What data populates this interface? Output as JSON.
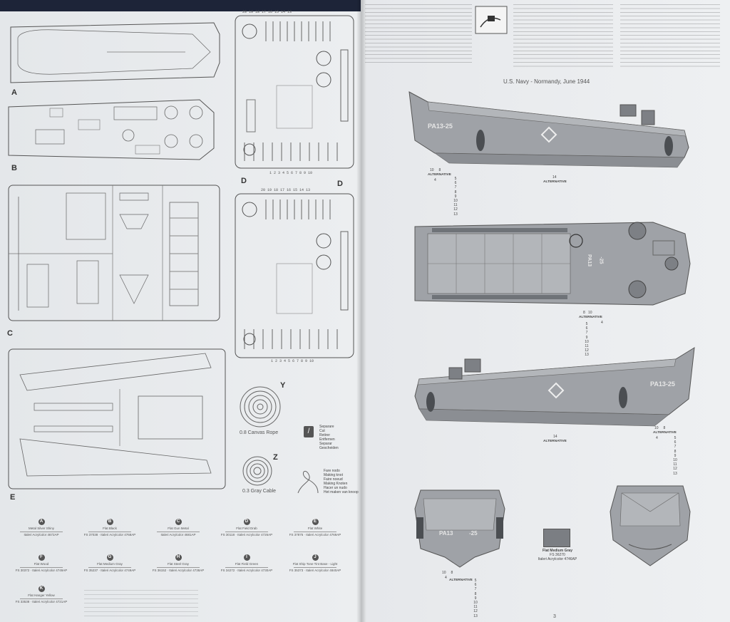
{
  "left": {
    "sheet_labels": [
      "A",
      "B",
      "C",
      "D",
      "D",
      "E"
    ],
    "parts_labels": {
      "Y": "Y",
      "Z": "Z"
    },
    "rope_labels": [
      "0.8 Canvas Rope",
      "0.3 Gray Cable"
    ],
    "cut_icon": {
      "glyph": "/",
      "lines": [
        "Separare",
        "Cut",
        "Retirer",
        "Entfernen",
        "Separar",
        "Gescheiden"
      ]
    },
    "knot_lines": [
      "Fare nodo",
      "Making knot",
      "Faire noeud",
      "Making Knoten",
      "Hacer un nudo",
      "Het maken van knoop"
    ],
    "sprue_numbers_top": "20 19 18 17 16 15 14 13",
    "sprue_numbers_bottom": "1 2 3 4 5 6 7 8 9 10",
    "paints": [
      {
        "code": "A",
        "name": "Metal Silver Shiny",
        "ref": "Italeri Acrylcolor 4672AP"
      },
      {
        "code": "B",
        "name": "Flat Black",
        "ref": "FS 37038 · Italeri Acrylcolor 4768AP"
      },
      {
        "code": "C",
        "name": "Flat Gun Metal",
        "ref": "Italeri Acrylcolor 4681AP"
      },
      {
        "code": "D",
        "name": "Flat Field Drab",
        "ref": "FS 30118 · Italeri Acrylcolor 4726AP"
      },
      {
        "code": "E",
        "name": "Flat White",
        "ref": "FS 37875 · Italeri Acrylcolor 4769AP"
      },
      {
        "code": "F",
        "name": "Flat Wood",
        "ref": "FS 30372 · Italeri Acrylcolor 4749AP"
      },
      {
        "code": "G",
        "name": "Flat Medium Gray",
        "ref": "FS 35237 · Italeri Acrylcolor 4749AP"
      },
      {
        "code": "H",
        "name": "Flat Steel Gray",
        "ref": "FS 36152 · Italeri Acrylcolor 4738AP"
      },
      {
        "code": "I",
        "name": "Flat Field Green",
        "ref": "FS 34272 · Italeri Acrylcolor 4730AP"
      },
      {
        "code": "J",
        "name": "Flat Ship Tone Tint Base - Light",
        "ref": "FS 35373 · Italeri Acrylcolor 4840AP"
      },
      {
        "code": "K",
        "name": "Flat Hanger Yellow",
        "ref": "FS 33538 · Italeri Acrylcolor 4721AP"
      }
    ]
  },
  "right": {
    "title": "U.S. Navy - Normandy, June 1944",
    "hull_code": "PA13-25",
    "hull_code_split": [
      "PA13",
      "-25"
    ],
    "alternative_label": "ALTERNATIVE",
    "callouts": {
      "side1_left_top": "10     8",
      "side1_left_bottom": "4",
      "side1_center": "14",
      "top_left": "8   10",
      "top_alt_right": "4",
      "side2_center": "14",
      "side2_right_top": "10     8",
      "side2_right_bottom": "4",
      "front_left": "10     8",
      "front_bottom": "4"
    },
    "number_column": [
      "5",
      "6",
      "7",
      "8",
      "9",
      "10",
      "11",
      "12",
      "13"
    ],
    "number_column_b": [
      "5",
      "6",
      "7",
      "9",
      "10",
      "11",
      "12",
      "13"
    ],
    "swatch": {
      "name": "Flat Medium Gray",
      "ref": "FS 36270",
      "brand": "Italeri Acrylcolor 4746AP"
    },
    "page_number": "3",
    "colors": {
      "hull": "#9fa2a7",
      "hull_dark": "#6f7378",
      "deck": "#b3b6ba",
      "swatch": "#7b7e83"
    }
  }
}
